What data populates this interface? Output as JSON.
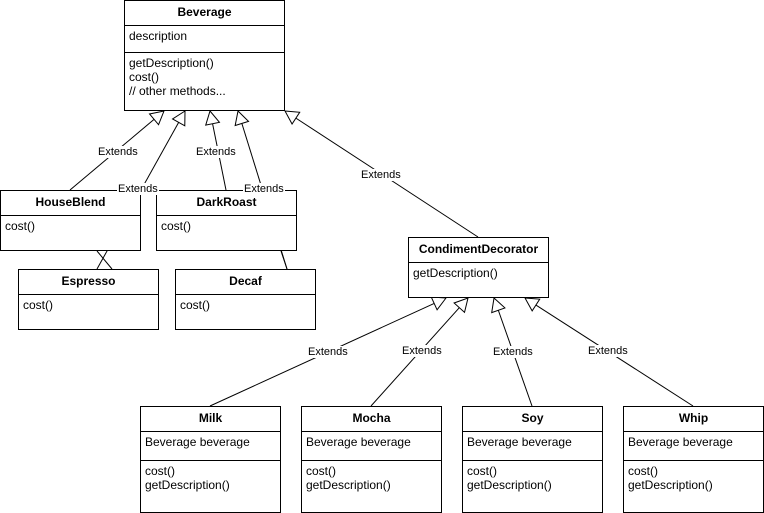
{
  "relation_label": "Extends",
  "classes": {
    "beverage": {
      "name": "Beverage",
      "attributes": [
        "description"
      ],
      "methods": [
        "getDescription()",
        "cost()",
        "// other methods..."
      ]
    },
    "houseblend": {
      "name": "HouseBlend",
      "methods": [
        "cost()"
      ]
    },
    "darkroast": {
      "name": "DarkRoast",
      "methods": [
        "cost()"
      ]
    },
    "espresso": {
      "name": "Espresso",
      "methods": [
        "cost()"
      ]
    },
    "decaf": {
      "name": "Decaf",
      "methods": [
        "cost()"
      ]
    },
    "condimentdecorator": {
      "name": "CondimentDecorator",
      "methods": [
        "getDescription()"
      ]
    },
    "milk": {
      "name": "Milk",
      "attributes": [
        "Beverage beverage"
      ],
      "methods": [
        "cost()",
        "getDescription()"
      ]
    },
    "mocha": {
      "name": "Mocha",
      "attributes": [
        "Beverage beverage"
      ],
      "methods": [
        "cost()",
        "getDescription()"
      ]
    },
    "soy": {
      "name": "Soy",
      "attributes": [
        "Beverage beverage"
      ],
      "methods": [
        "cost()",
        "getDescription()"
      ]
    },
    "whip": {
      "name": "Whip",
      "attributes": [
        "Beverage beverage"
      ],
      "methods": [
        "cost()",
        "getDescription()"
      ]
    }
  },
  "relations": [
    {
      "from": "houseblend",
      "to": "beverage",
      "type": "generalization"
    },
    {
      "from": "espresso",
      "to": "beverage",
      "type": "generalization"
    },
    {
      "from": "darkroast",
      "to": "beverage",
      "type": "generalization"
    },
    {
      "from": "decaf",
      "to": "beverage",
      "type": "generalization"
    },
    {
      "from": "condimentdecorator",
      "to": "beverage",
      "type": "generalization"
    },
    {
      "from": "milk",
      "to": "condimentdecorator",
      "type": "generalization"
    },
    {
      "from": "mocha",
      "to": "condimentdecorator",
      "type": "generalization"
    },
    {
      "from": "soy",
      "to": "condimentdecorator",
      "type": "generalization"
    },
    {
      "from": "whip",
      "to": "condimentdecorator",
      "type": "generalization"
    }
  ]
}
